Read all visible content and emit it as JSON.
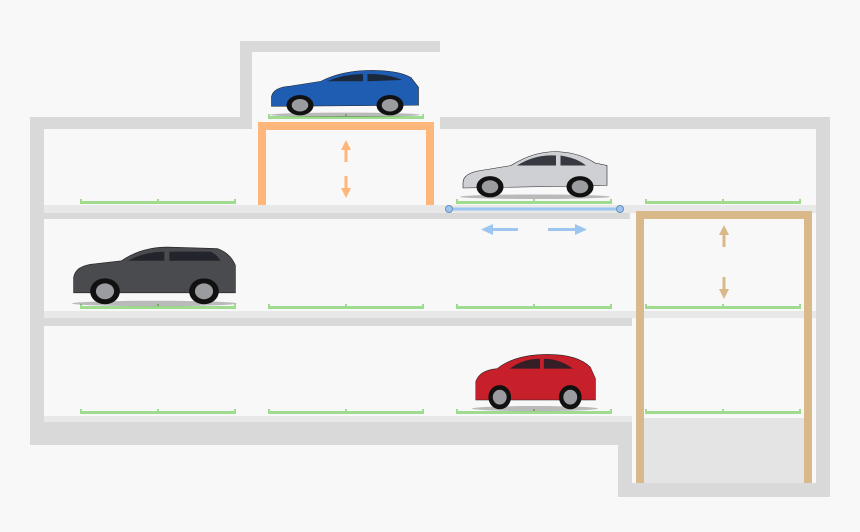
{
  "colors": {
    "background": "#f8f8f8",
    "wall": "#d9d9d9",
    "slab_top": "#e8e8e8",
    "pallet": "#9fdc8f",
    "lift_left": "#ffb67a",
    "lift_right": "#d9b88a",
    "shuttle": "#9cc6f0",
    "pit": "#e4e4e4"
  },
  "icons": {
    "lift_left_arrow": "vertical-double-arrow",
    "lift_right_arrow": "vertical-double-arrow",
    "shuttle_arrow": "horizontal-double-arrow"
  },
  "cars": [
    {
      "name": "blue-hatchback",
      "body": "#1f5db3",
      "type": "hatchback",
      "level": "top-lift"
    },
    {
      "name": "silver-coupe",
      "body": "#cfd0d3",
      "type": "coupe",
      "level": "level-1-shuttle"
    },
    {
      "name": "grey-suv",
      "body": "#4a4b4e",
      "type": "suv",
      "level": "level-2"
    },
    {
      "name": "red-city-car",
      "body": "#c8202a",
      "type": "city",
      "level": "level-3"
    }
  ]
}
